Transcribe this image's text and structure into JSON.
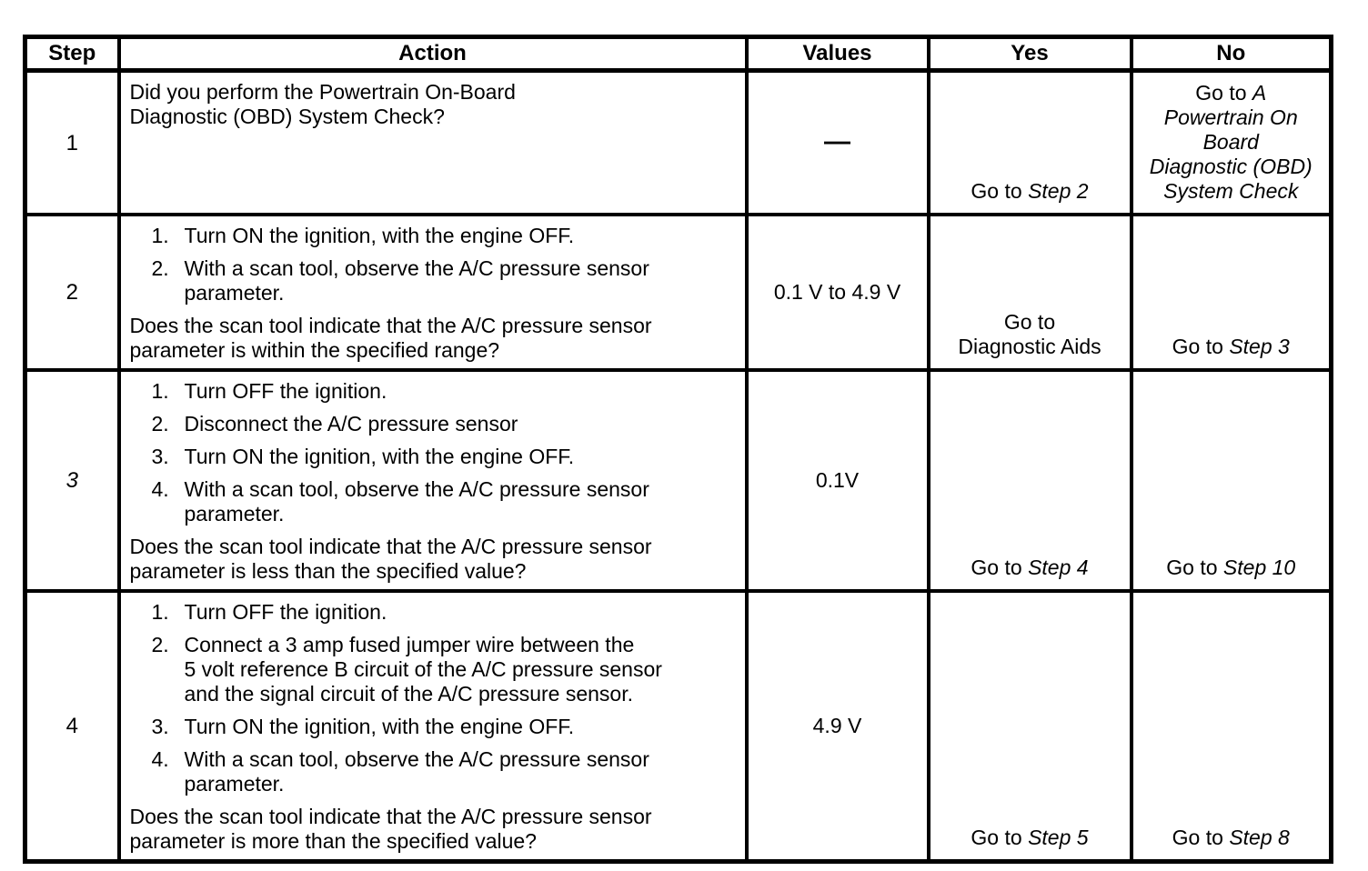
{
  "table": {
    "headers": [
      "Step",
      "Action",
      "Values",
      "Yes",
      "No"
    ],
    "rows": [
      {
        "step": "1",
        "action": {
          "question_lines": [
            "Did you perform the Powertrain On-Board",
            "Diagnostic (OBD) System Check?"
          ]
        },
        "values": "—",
        "yes": {
          "prefix": "Go to ",
          "italic": "Step 2"
        },
        "no": {
          "prefix": "Go to ",
          "italic_lines": [
            "A",
            "Powertrain On",
            "Board",
            "Diagnostic (OBD)",
            "System Check"
          ]
        }
      },
      {
        "step": "2",
        "action": {
          "list": [
            {
              "n": "1.",
              "lines": [
                "Turn ON the ignition, with the engine OFF."
              ]
            },
            {
              "n": "2.",
              "lines": [
                "With a scan tool, observe the A/C pressure sensor",
                "parameter."
              ]
            }
          ],
          "question_lines": [
            "Does the scan tool indicate that the A/C pressure sensor",
            "parameter is within the specified range?"
          ]
        },
        "values": "0.1 V to 4.9 V",
        "yes": {
          "lines": [
            "Go to",
            "Diagnostic Aids"
          ]
        },
        "no": {
          "prefix": "Go to ",
          "italic": "Step 3"
        }
      },
      {
        "step": "3",
        "action": {
          "list": [
            {
              "n": "1.",
              "lines": [
                "Turn OFF the ignition."
              ]
            },
            {
              "n": "2.",
              "lines": [
                "Disconnect the A/C pressure sensor"
              ]
            },
            {
              "n": "3.",
              "lines": [
                "Turn ON the ignition, with the engine OFF."
              ]
            },
            {
              "n": "4.",
              "lines": [
                "With a scan tool, observe the A/C pressure sensor",
                "parameter."
              ]
            }
          ],
          "question_lines": [
            "Does the scan tool indicate that the A/C pressure sensor",
            "parameter is less than the specified value?"
          ]
        },
        "values": "0.1V",
        "yes": {
          "prefix": "Go to ",
          "italic": "Step 4"
        },
        "no": {
          "prefix": "Go to ",
          "italic": "Step 10"
        }
      },
      {
        "step": "4",
        "action": {
          "list": [
            {
              "n": "1.",
              "lines": [
                "Turn OFF the ignition."
              ]
            },
            {
              "n": "2.",
              "lines": [
                "Connect a 3 amp fused jumper wire between the",
                "5 volt reference B circuit of the A/C pressure sensor",
                "and the signal circuit of the A/C pressure sensor."
              ]
            },
            {
              "n": "3.",
              "lines": [
                "Turn ON the ignition, with the engine OFF."
              ]
            },
            {
              "n": "4.",
              "lines": [
                "With a scan tool, observe the A/C pressure sensor",
                "parameter."
              ]
            }
          ],
          "question_lines": [
            "Does the scan tool indicate that the A/C pressure sensor",
            "parameter is more than the specified value?"
          ]
        },
        "values": "4.9 V",
        "yes": {
          "prefix": "Go to ",
          "italic": "Step 5"
        },
        "no": {
          "prefix": "Go to ",
          "italic": "Step 8"
        }
      }
    ]
  }
}
